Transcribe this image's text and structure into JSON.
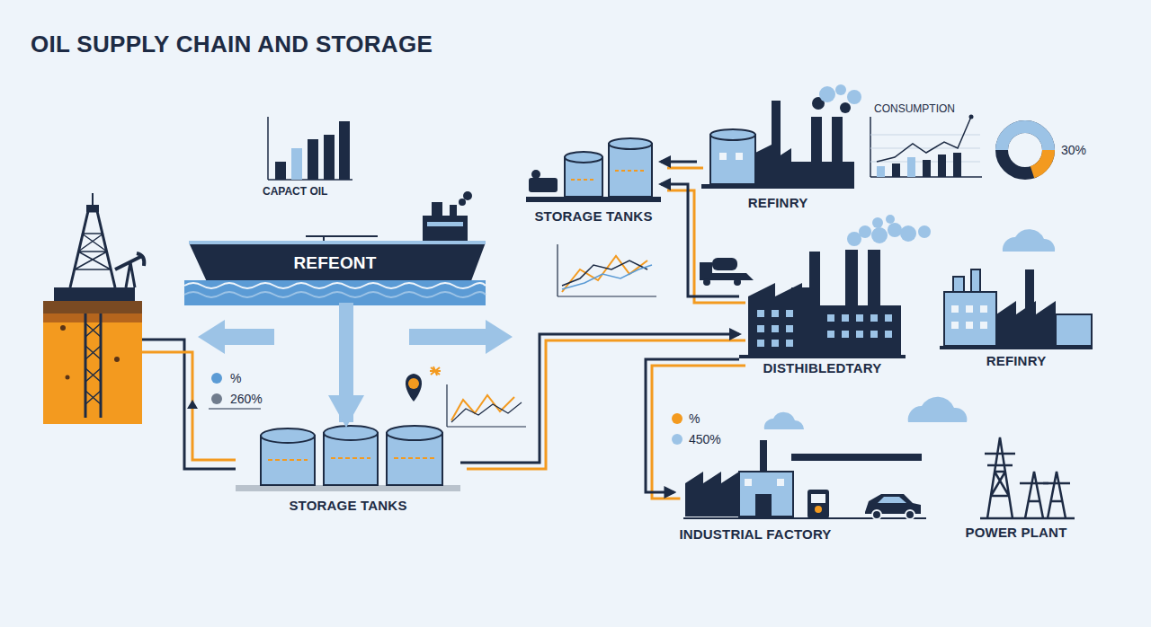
{
  "diagram": {
    "title": "OIL SUPPLY CHAIN AND STORAGE",
    "nodes": [
      {
        "text": [
          "REFEONT"
        ]
      },
      {
        "text": [
          "STORAGE TANKS"
        ]
      },
      {
        "text": [
          "REFINRY"
        ]
      },
      {
        "text": [
          "STORAGE TANKS"
        ]
      },
      {
        "text": [
          "DISTHIBLEDTARY"
        ]
      },
      {
        "text": [
          "REFINRY"
        ]
      },
      {
        "text": [
          "INDUSTRIAL FACTORY"
        ]
      },
      {
        "text": [
          "POWER PLANT"
        ]
      }
    ],
    "edges": [
      {
        "from": 0,
        "to": 3,
        "arrow": "to"
      },
      {
        "from": 3,
        "to": 4,
        "arrow": "to"
      },
      {
        "from": 4,
        "to": 1,
        "arrow": "to"
      },
      {
        "from": 2,
        "to": 1,
        "arrow": "to"
      },
      {
        "from": 4,
        "to": 6,
        "arrow": "to"
      }
    ],
    "labels": [
      "CAPACT OIL",
      "CONSUMPTION",
      "30%",
      "%",
      "260%",
      "%",
      "450%"
    ]
  }
}
